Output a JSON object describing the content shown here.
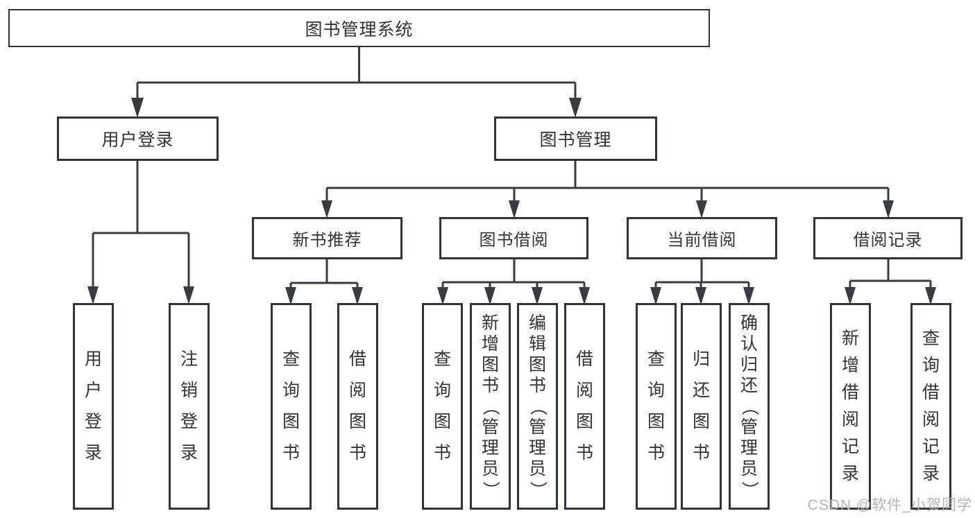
{
  "diagram": {
    "root": "图书管理系统",
    "branches": [
      {
        "label": "用户登录",
        "children": [
          "用户登录",
          "注销登录"
        ]
      },
      {
        "label": "图书管理",
        "sections": [
          {
            "label": "新书推荐",
            "children": [
              "查询图书",
              "借阅图书"
            ]
          },
          {
            "label": "图书借阅",
            "children": [
              "查询图书",
              "新增图书（管理员）",
              "编辑图书（管理员）",
              "借阅图书"
            ]
          },
          {
            "label": "当前借阅",
            "children": [
              "查询图书",
              "归还图书",
              "确认归还（管理员）"
            ]
          },
          {
            "label": "借阅记录",
            "children": [
              "新增借阅记录",
              "查询借阅记录"
            ]
          }
        ]
      }
    ]
  },
  "watermark": "CSDN @软件_小贺同学",
  "colors": {
    "line": "#383b40",
    "box_border": "#303338",
    "text": "#333333",
    "watermark": "#b5b5b5",
    "background": "#ffffff"
  }
}
